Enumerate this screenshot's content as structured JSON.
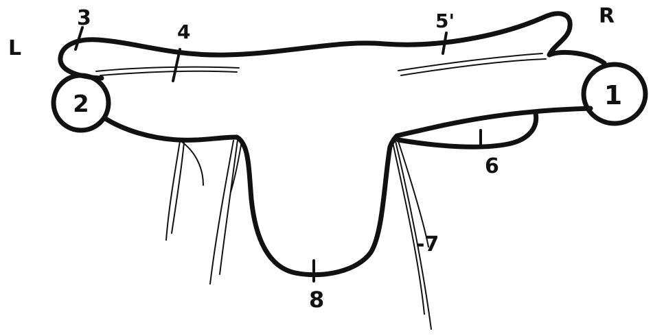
{
  "side_labels": {
    "left": "L",
    "right": "R"
  },
  "node_labels": {
    "n1": "1",
    "n2": "2"
  },
  "callouts": {
    "c3": "3",
    "c4": "4",
    "c5": "5'",
    "c6": "6",
    "c7": "-7",
    "c8": "8"
  },
  "colors": {
    "ink": "#111111",
    "paper": "#ffffff"
  }
}
